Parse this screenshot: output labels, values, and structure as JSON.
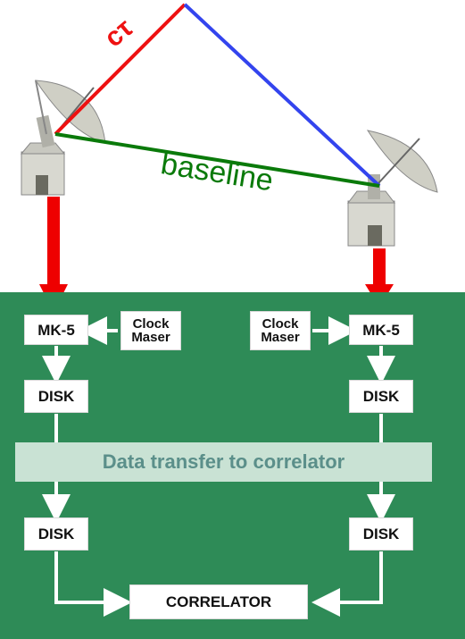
{
  "geometry_labels": {
    "path_delay": "cτ",
    "baseline": "baseline"
  },
  "stations": {
    "left": {
      "recorder": "MK-5",
      "clock": "Clock\nMaser",
      "disk_top": "DISK",
      "disk_bottom": "DISK"
    },
    "right": {
      "recorder": "MK-5",
      "clock": "Clock\nMaser",
      "disk_top": "DISK",
      "disk_bottom": "DISK"
    }
  },
  "transfer_label": "Data transfer to correlator",
  "correlator_label": "CORRELATOR",
  "colors": {
    "panel": "#2e8b57",
    "ray_red": "#ee1111",
    "ray_blue": "#3344ee",
    "baseline_green": "#0a7a0a",
    "signal_arrow": "#ff0000",
    "flow_arrow": "#ffffff"
  },
  "icons": [
    "radio-telescope-icon",
    "radio-telescope-icon"
  ]
}
